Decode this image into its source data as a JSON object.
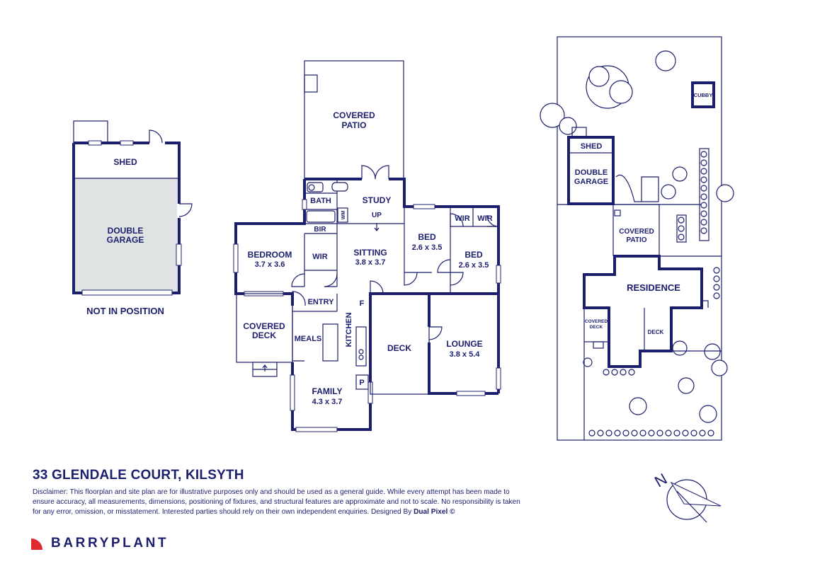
{
  "colors": {
    "ink": "#1c1f6e",
    "garage_fill": "#dfe3e3",
    "brand_red": "#e0292f"
  },
  "separate_garage": {
    "shed": "SHED",
    "garage": [
      "DOUBLE",
      "GARAGE"
    ],
    "note": "NOT IN POSITION"
  },
  "floorplan": {
    "covered_patio": [
      "COVERED",
      "PATIO"
    ],
    "bath": "BATH",
    "study": "STUDY",
    "up": "UP",
    "bir": "BIR",
    "wm": "WM",
    "bedroom": {
      "name": "BEDROOM",
      "size": "3.7 x 3.6"
    },
    "wir_bedroom": "WIR",
    "sitting": {
      "name": "SITTING",
      "size": "3.8 x 3.7"
    },
    "bed2": {
      "name": "BED",
      "size": "2.6 x 3.5"
    },
    "bed3": {
      "name": "BED",
      "size": "2.6 x 3.5"
    },
    "wir_a": "WIR",
    "wir_b": "WIR",
    "entry": "ENTRY",
    "fridge": "F",
    "kitchen": "KITCHEN",
    "meals": "MEALS",
    "covered_deck": [
      "COVERED",
      "DECK"
    ],
    "deck": "DECK",
    "lounge": {
      "name": "LOUNGE",
      "size": "3.8 x 5.4"
    },
    "pantry": "P",
    "family": {
      "name": "FAMILY",
      "size": "4.3 x 3.7"
    }
  },
  "siteplan": {
    "cubby": "CUBBY",
    "shed": "SHED",
    "garage": [
      "DOUBLE",
      "GARAGE"
    ],
    "covered_patio": [
      "COVERED",
      "PATIO"
    ],
    "residence": "RESIDENCE",
    "covered_deck": [
      "COVERED",
      "DECK"
    ],
    "deck": "DECK"
  },
  "compass": {
    "north_label": "N"
  },
  "footer": {
    "address": "33 GLENDALE COURT, KILSYTH",
    "disclaimer": "Disclaimer: This floorplan and site plan are for illustrative purposes only and should be used as a general guide. While every attempt has been made to ensure accuracy, all measurements, dimensions, positioning of fixtures, and structural features are approximate and not to scale. No responsibility is taken for any error, omission, or misstatement. Interested parties should rely on their own independent enquiries. Designed By",
    "designer": "Dual Pixel ©",
    "brand": "BARRYPLANT"
  }
}
